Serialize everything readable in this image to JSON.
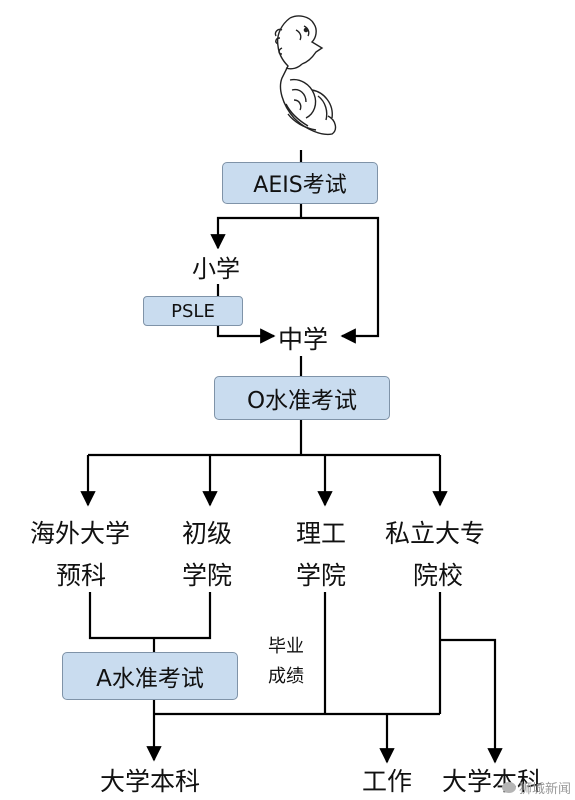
{
  "nodes": {
    "aeis": "AEIS考试",
    "primary": "小学",
    "psle": "PSLE",
    "secondary": "中学",
    "o_level": "O水准考试",
    "foreign_prep_l1": "海外大学",
    "foreign_prep_l2": "预科",
    "jc_l1": "初级",
    "jc_l2": "学院",
    "poly_l1": "理工",
    "poly_l2": "学院",
    "private_l1": "私立大专",
    "private_l2": "院校",
    "grades_l1": "毕业",
    "grades_l2": "成绩",
    "a_level": "A水准考试",
    "undergrad_left": "大学本科",
    "work": "工作",
    "undergrad_right": "大学本科"
  },
  "watermark": "狮城新闻",
  "colors": {
    "box_fill": "#c9dcef",
    "box_border": "#7f93a8",
    "line": "#000000"
  }
}
